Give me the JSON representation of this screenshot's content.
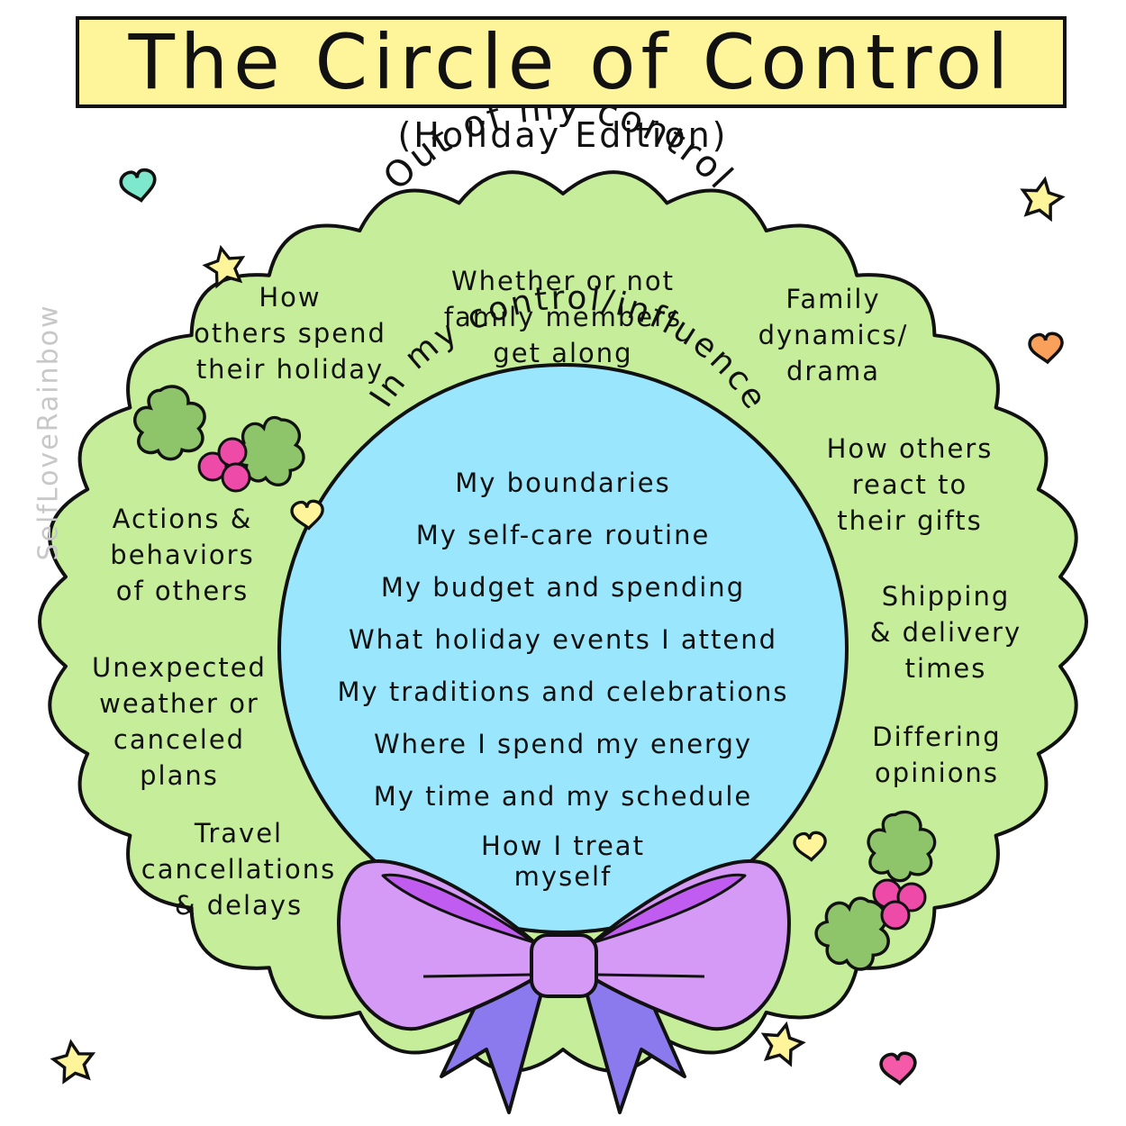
{
  "title": "The Circle of Control",
  "subtitle": "(Holiday Edition)",
  "outer_label": "Out of my control",
  "inner_label": "In my control/influence",
  "watermark": "SelfLoveRainbow",
  "outer_items": [
    "How\nothers spend\ntheir holiday",
    "Whether or not\nfamily members\nget along",
    "Family\ndynamics/\ndrama",
    "How others\nreact to\ntheir gifts",
    "Actions &\nbehaviors\nof others",
    "Shipping\n& delivery\ntimes",
    "Unexpected\nweather or\ncanceled\nplans",
    "Differing\nopinions",
    "Travel\ncancellations\n& delays"
  ],
  "inner_items": [
    "My boundaries",
    "My self-care routine",
    "My budget and spending",
    "What holiday events I attend",
    "My traditions and celebrations",
    "Where I spend my energy",
    "My time and my schedule",
    "How I treat\nmyself"
  ],
  "colors": {
    "title_bg": "#fef49a",
    "wreath": "#c6ee9a",
    "inner_circle": "#9ae6fc",
    "bow_light": "#d49af5",
    "bow_dark": "#c05df0",
    "ribbon": "#8b79ee",
    "leaf": "#8ec46a",
    "berry": "#ee4aa8",
    "star": "#fef49a",
    "heart_teal": "#7ee8cc",
    "heart_orange": "#f9a05a",
    "heart_yellow": "#fef49a",
    "heart_pink": "#f55aa8"
  }
}
